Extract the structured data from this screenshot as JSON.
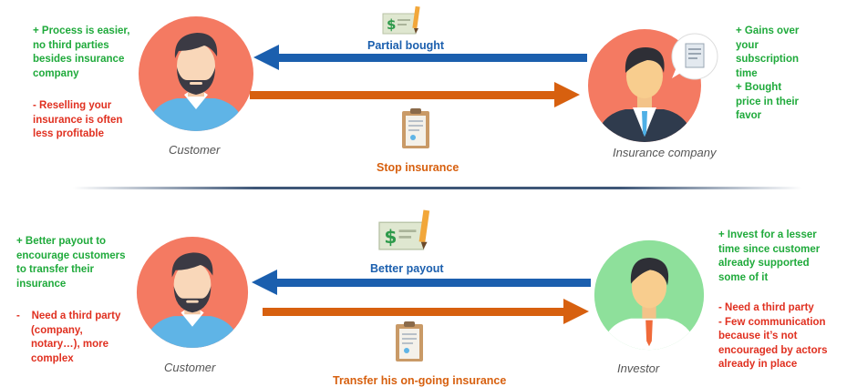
{
  "top": {
    "left_pros": [
      "+ Process is easier,",
      "no third parties",
      "besides insurance",
      "company"
    ],
    "left_cons": [
      "- Reselling your",
      "insurance is often",
      "less profitable"
    ],
    "left_caption": "Customer",
    "right_caption": "Insurance company",
    "arrow_top_label": "Partial bought",
    "arrow_bottom_label": "Stop insurance",
    "right_pros": [
      "+ Gains over",
      "your",
      "subscription",
      "time",
      "+ Bought",
      "price in their",
      "favor"
    ]
  },
  "bottom": {
    "left_pros": [
      "+ Better payout to",
      "encourage customers",
      "to transfer their",
      "insurance"
    ],
    "left_cons": [
      "-    Need a third party",
      "     (company,",
      "     notary…), more",
      "     complex"
    ],
    "left_caption": "Customer",
    "right_caption": "Investor",
    "arrow_top_label": "Better payout",
    "arrow_bottom_label": "Transfer his on-going insurance",
    "right_pros": [
      "+ Invest for a lesser",
      "time since customer",
      "already supported",
      "some of it"
    ],
    "right_cons": [
      "- Need a third party",
      "- Few communication",
      "because it’s not",
      "encouraged by actors",
      "already in place"
    ]
  },
  "colors": {
    "blue_arrow": "#1b5fae",
    "orange_arrow": "#d7600f",
    "salmon_circle": "#f47a62",
    "green_circle": "#8ee09b",
    "pros_text": "#1faa3b",
    "cons_text": "#e03020"
  }
}
